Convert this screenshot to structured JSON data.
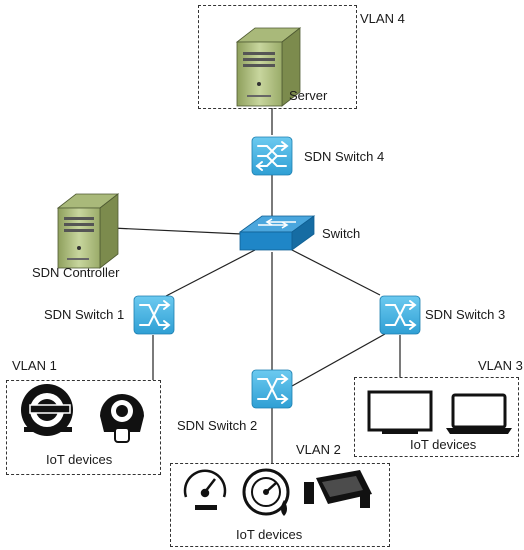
{
  "vlans": {
    "vlan1": "VLAN 1",
    "vlan2": "VLAN 2",
    "vlan3": "VLAN 3",
    "vlan4": "VLAN 4"
  },
  "nodes": {
    "server": "Server",
    "sdn_controller": "SDN Controller",
    "switch": "Switch",
    "sdn_switch_1": "SDN Switch 1",
    "sdn_switch_2": "SDN Switch 2",
    "sdn_switch_3": "SDN Switch 3",
    "sdn_switch_4": "SDN Switch 4"
  },
  "groups": {
    "iot1": "IoT devices",
    "iot2": "IoT devices",
    "iot3": "IoT devices"
  },
  "colors": {
    "sdn_switch": "#4bb8e6",
    "core_switch": "#1f86c7",
    "server_tower": "#b7c78a"
  },
  "icons": {
    "vlan1_devices": [
      "mri-scanner-icon",
      "ct-scanner-icon"
    ],
    "vlan2_devices": [
      "speedometer-icon",
      "pressure-gauge-icon",
      "security-camera-icon"
    ],
    "vlan3_devices": [
      "monitor-icon",
      "laptop-icon"
    ]
  }
}
